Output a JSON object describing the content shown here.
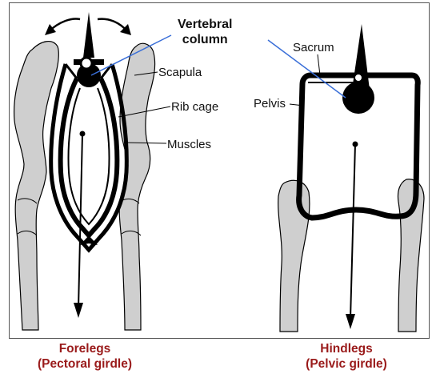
{
  "labels": {
    "vertebral_column": [
      "Vertebral",
      "column"
    ],
    "scapula": "Scapula",
    "rib_cage": "Rib cage",
    "muscles": "Muscles",
    "sacrum": "Sacrum",
    "pelvis": "Pelvis"
  },
  "captions": {
    "forelegs": {
      "line1": "Forelegs",
      "line2": "(Pectoral girdle)"
    },
    "hindlegs": {
      "line1": "Hindlegs",
      "line2": "(Pelvic girdle)"
    }
  },
  "colors": {
    "caption": "#9a1b1b",
    "bone_fill": "#cfcfcf",
    "pointer_line": "#3a6fd8",
    "outline": "#000000"
  }
}
